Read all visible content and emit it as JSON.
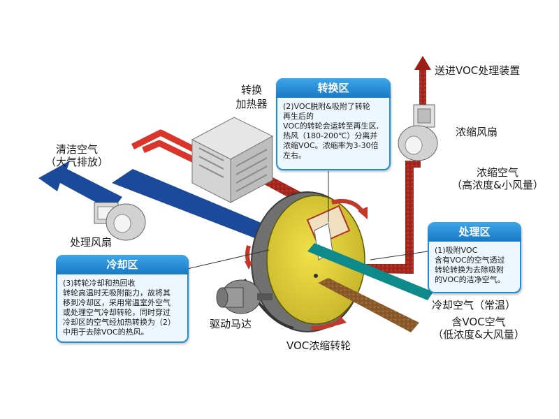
{
  "labels": {
    "send_to_voc": "送进VOC处理装置",
    "heater_l1": "转换",
    "heater_l2": "加热器",
    "clean_air_l1": "清洁空气",
    "clean_air_l2": "（大气排放）",
    "conc_fan": "浓缩风扇",
    "conc_air_l1": "浓缩空气",
    "conc_air_l2": "（高浓度&小风量）",
    "proc_fan": "处理风扇",
    "drive_motor": "驱动马达",
    "rotor": "VOC浓缩转轮",
    "cooling_air": "冷却空气（常温）",
    "voc_air_l1": "含VOC空气",
    "voc_air_l2": "（低浓度&大风量）"
  },
  "boxes": {
    "conversion": {
      "title": "转换区",
      "lines": [
        "(2)VOC脱附&吸附了转轮",
        "再生后的",
        "VOC的转轮会运转至再生区,",
        "热风（180-200℃）分离并",
        "浓缩VOC。浓缩率为3-30倍",
        "左右。"
      ]
    },
    "processing": {
      "title": "处理区",
      "lines": [
        "(1)吸附VOC",
        "含有VOC的空气透过",
        "转轮转换为去除吸附",
        "的VOC的洁净空气。"
      ]
    },
    "cooling": {
      "title": "冷却区",
      "lines": [
        "(3)转轮冷却和热回收",
        "转轮高温时无吸附能力，故将其",
        "移到冷却区，采用常温室外空气",
        "或处理空气冷却转轮，同时穿过",
        "冷却区的空气经加热转换为（2）",
        "中用于去除VOC的热风。"
      ]
    }
  },
  "colors": {
    "hot_air": "#d9362b",
    "clean_air": "#1c4a9a",
    "cooling_air": "#0e8a8a",
    "voc_air": "#8a5a2b",
    "concentrate": "#9e1c16",
    "rotor_face": "#e2d23a",
    "box_border": "#1e8fd6"
  }
}
